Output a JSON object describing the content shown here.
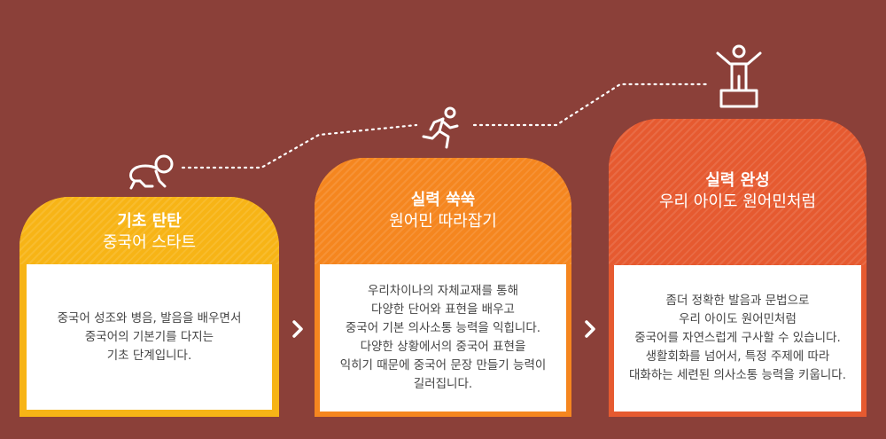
{
  "colors": {
    "background": "#8b4039",
    "card1": "#f7b416",
    "card2": "#f5861f",
    "card3": "#e65a30"
  },
  "steps": [
    {
      "title": "기초 탄탄",
      "subtitle": "중국어 스타트",
      "icon": "crawling-baby-icon",
      "lines": [
        "중국어 성조와 병음, 발음을 배우면서",
        "중국어의 기본기를 다지는",
        "기초 단계입니다."
      ]
    },
    {
      "title": "실력 쑥쑥",
      "subtitle": "원어민 따라잡기",
      "icon": "running-person-icon",
      "lines": [
        "우리차이나의 자체교재를 통해",
        "다양한 단어와 표현을 배우고",
        "중국어 기본 의사소통 능력을 익힙니다.",
        "다양한 상황에서의 중국어 표현을",
        "익히기 때문에 중국어 문장 만들기 능력이",
        "길러집니다."
      ]
    },
    {
      "title": "실력 완성",
      "subtitle": "우리 아이도 원어민처럼",
      "icon": "person-on-podium-icon",
      "lines": [
        "좀더 정확한 발음과 문법으로",
        "우리 아이도 원어민처럼",
        "중국어를 자연스럽게 구사할 수 있습니다.",
        "생활회화를 넘어서, 특정 주제에 따라",
        "대화하는 세련된 의사소통 능력을 키웁니다."
      ]
    }
  ]
}
